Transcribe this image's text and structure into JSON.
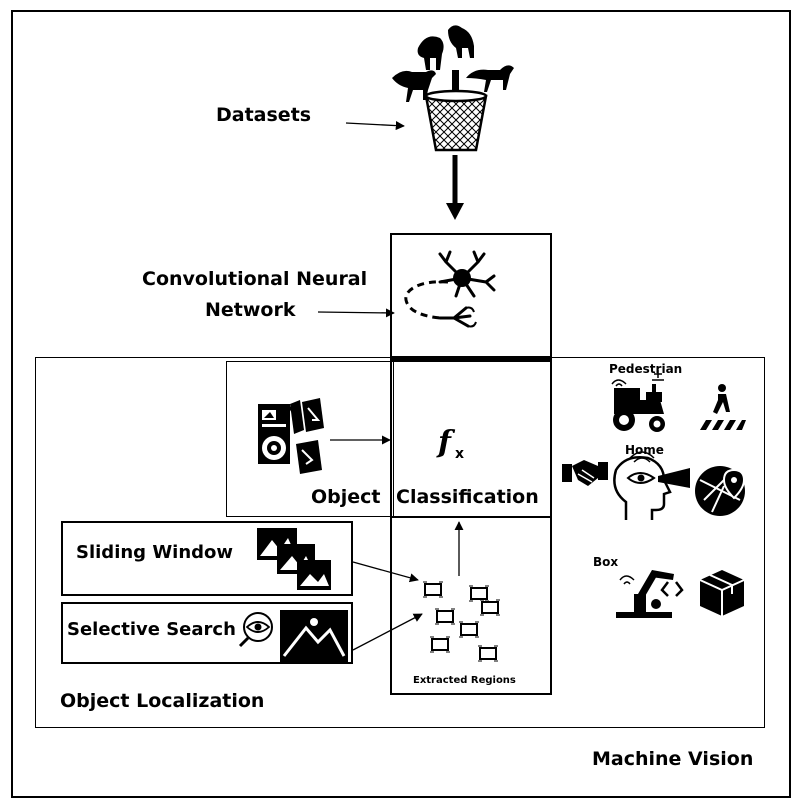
{
  "labels": {
    "datasets": "Datasets",
    "cnn_line1": "Convolutional Neural",
    "cnn_line2": "Network",
    "pedestrian": "Pedestrian",
    "home": "Home",
    "box": "Box",
    "object": "Object",
    "classification": "Classification",
    "sliding_window": "Sliding Window",
    "selective_search": "Selective Search",
    "extracted_regions": "Extracted Regions",
    "object_localization": "Object Localization",
    "machine_vision": "Machine Vision"
  },
  "icons": {
    "animals": "animal-silhouettes-icon",
    "basket": "basket-icon",
    "neuron": "neuron-icon",
    "images": "image-collection-icon",
    "function": "function-fx-icon",
    "sliding": "sliding-window-images-icon",
    "eye": "eye-search-icon",
    "picture": "picture-icon",
    "tractor": "tractor-icon",
    "pedestrian": "pedestrian-crossing-icon",
    "handshake": "handshake-icon",
    "head_eye": "head-vision-icon",
    "map": "map-pin-icon",
    "robot_arm": "robot-arm-icon",
    "package": "package-box-icon"
  }
}
